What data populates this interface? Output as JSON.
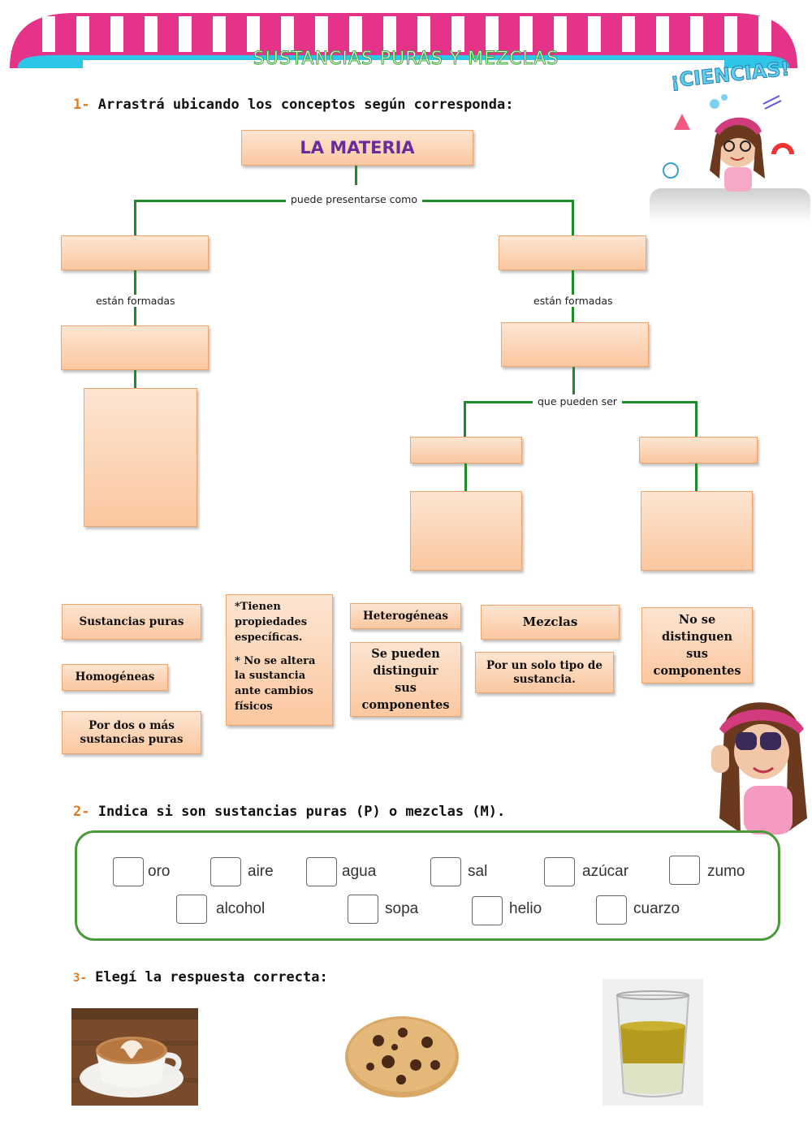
{
  "header": {
    "title": "SUSTANCIAS PURAS Y MEZCLAS",
    "badge": "¡CIENCIAS!"
  },
  "q1": {
    "num": "1-",
    "text": "Arrastrá ubicando los conceptos según corresponda:",
    "root": "LA MATERIA",
    "link_main": "puede presentarse como",
    "link_left": "están formadas",
    "link_right": "están formadas",
    "link_sub": "que pueden ser"
  },
  "cards": {
    "sustancias_puras": "Sustancias puras",
    "tienen": "*Tienen propiedades específicas.",
    "no_altera": "* No se altera la sustancia ante cambios físicos",
    "heterogeneas": "Heterogéneas",
    "mezclas": "Mezclas",
    "no_se_distinguen": "No se distinguen sus componentes",
    "homogeneas": "Homogéneas",
    "se_pueden": "Se pueden distinguir sus componentes",
    "por_un_solo": "Por un solo tipo de sustancia.",
    "por_dos": "Por dos o más sustancias puras"
  },
  "q2": {
    "num": "2-",
    "text": "Indica si son sustancias puras (P) o mezclas (M).",
    "row1": [
      "oro",
      "aire",
      "agua",
      "sal",
      "azúcar",
      "zumo"
    ],
    "row2": [
      "alcohol",
      "sopa",
      "helio",
      "cuarzo"
    ]
  },
  "q3": {
    "num": "3-",
    "text": "Elegí la respuesta correcta:"
  },
  "colors": {
    "green": "#1f8a2a",
    "orange": "#e07b20",
    "purple": "#6a2c9a",
    "pink": "#e5338a",
    "cyan": "#2ec6e8"
  }
}
